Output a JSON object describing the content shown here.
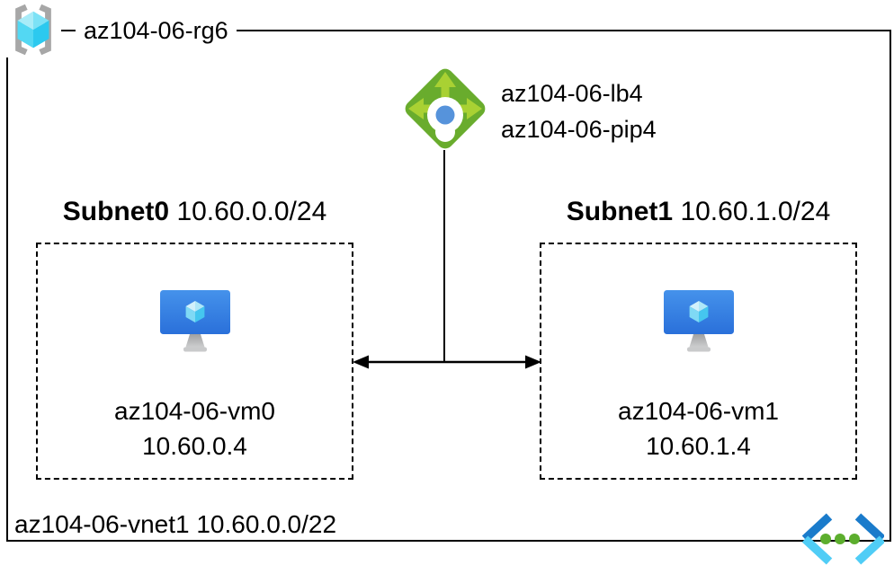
{
  "resource_group": {
    "name": "az104-06-rg6"
  },
  "load_balancer": {
    "name": "az104-06-lb4",
    "public_ip": "az104-06-pip4"
  },
  "subnets": [
    {
      "name": "Subnet0",
      "cidr": "10.60.0.0/24",
      "vm_name": "az104-06-vm0",
      "vm_ip": "10.60.0.4"
    },
    {
      "name": "Subnet1",
      "cidr": "10.60.1.0/24",
      "vm_name": "az104-06-vm1",
      "vm_ip": "10.60.1.4"
    }
  ],
  "vnet": {
    "name": "az104-06-vnet1",
    "cidr": "10.60.0.0/22"
  },
  "colors": {
    "line": "#000000",
    "lb_diamond": "#69AC2D",
    "lb_arrows": "#A9D133",
    "lb_dot": "#5693DB",
    "rg_bracket": "#A7A7A7",
    "cube_top_light": "#A9ECF8",
    "cube_right_dark": "#2CC9EF",
    "vm_screen_top": "#4592EB",
    "vm_screen_bottom": "#2A70DA",
    "vm_stand": "#AEAFB0",
    "vnet_dark_blue": "#1A7BCB",
    "vnet_cyan": "#50CDF6",
    "vnet_green": "#5CAE2E"
  }
}
